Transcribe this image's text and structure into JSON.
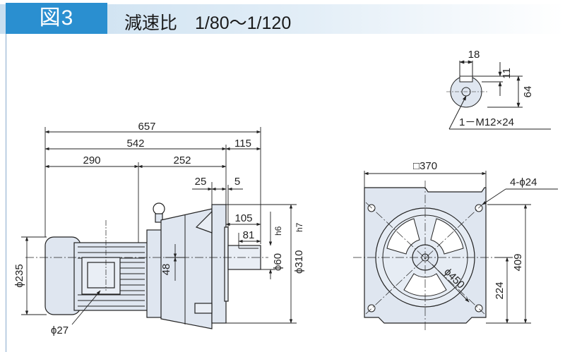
{
  "header": {
    "figure_label": "図3",
    "title": "減速比　1/80～1/120"
  },
  "side_view": {
    "dim_overall": "657",
    "dim_542": "542",
    "dim_115": "115",
    "dim_290": "290",
    "dim_252": "252",
    "dim_25": "25",
    "dim_5": "5",
    "dim_105": "105",
    "dim_81": "81",
    "dim_48": "48",
    "dim_motor_dia": "ϕ235",
    "dim_bolt_dia": "ϕ27",
    "dim_shaft_dia": "ϕ60",
    "shaft_tol": "h6",
    "dim_flange_dia": "ϕ310",
    "flange_tol": "h7"
  },
  "shaft_detail": {
    "dim_18": "18",
    "dim_11": "11",
    "dim_64": "64",
    "tap_note": "1－M12×24"
  },
  "front_view": {
    "dim_square": "□370",
    "dim_holes": "4-ϕ24",
    "dim_pcd": "ϕ450",
    "dim_409": "409",
    "dim_224": "224"
  },
  "colors": {
    "header_label_bg": "#2a8fd0",
    "body_fill": "#dfe6f0",
    "line": "#222222"
  }
}
